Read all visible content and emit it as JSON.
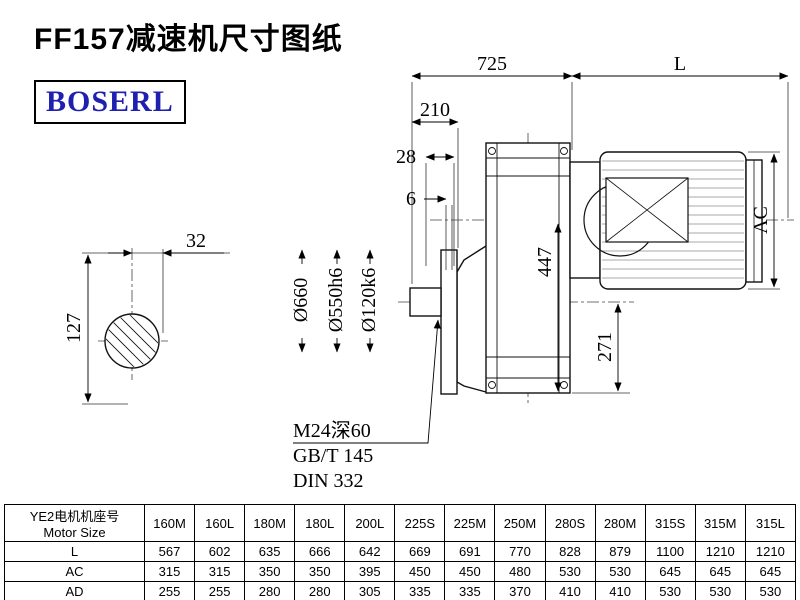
{
  "page": {
    "title": "FF157减速机尺寸图纸",
    "logo": "BOSERL"
  },
  "drawing": {
    "labels": {
      "d725": "725",
      "dL": "L",
      "d210": "210",
      "d28": "28",
      "d6": "6",
      "d447": "447",
      "d271": "271",
      "dAC": "AC",
      "d32": "32",
      "d127": "127",
      "dia_flange": "Ø660",
      "dia_spigot": "Ø550h6",
      "dia_shaft": "Ø120k6",
      "thread": "M24深60",
      "std_gb": "GB/T 145",
      "std_din": "DIN 332"
    }
  },
  "table": {
    "header_line1": "YE2电机机座号",
    "header_line2": "Motor Size",
    "columns": [
      "160M",
      "160L",
      "180M",
      "180L",
      "200L",
      "225S",
      "225M",
      "250M",
      "280S",
      "280M",
      "315S",
      "315M",
      "315L"
    ],
    "rows": [
      {
        "label": "L",
        "values": [
          "567",
          "602",
          "635",
          "666",
          "642",
          "669",
          "691",
          "770",
          "828",
          "879",
          "1100",
          "1210",
          "1210"
        ]
      },
      {
        "label": "AC",
        "values": [
          "315",
          "315",
          "350",
          "350",
          "395",
          "450",
          "450",
          "480",
          "530",
          "530",
          "645",
          "645",
          "645"
        ]
      },
      {
        "label": "AD",
        "values": [
          "255",
          "255",
          "280",
          "280",
          "305",
          "335",
          "335",
          "370",
          "410",
          "410",
          "530",
          "530",
          "530"
        ]
      }
    ]
  }
}
